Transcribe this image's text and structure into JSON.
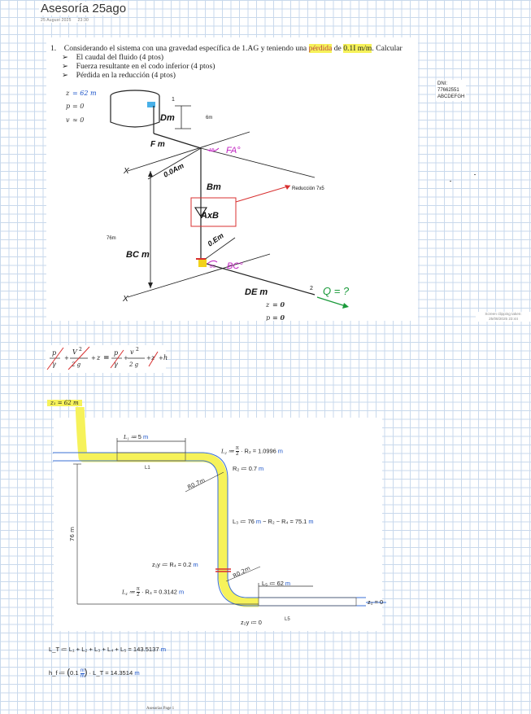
{
  "page": {
    "title": "Asesoría 25ago",
    "date": "25 August 2025",
    "time": "23:30",
    "footer": "Asesorías Page 1"
  },
  "problem": {
    "number": "1.",
    "text_before": "Considerando el sistema con una gravedad específica de 1.AG y teniendo una ",
    "highlight_word": "pérdida",
    "text_middle": " de ",
    "highlight_value": "0.1I m/m",
    "text_after": ". Calcular",
    "bullets": [
      {
        "marker": "➢",
        "text": "El caudal del fluido (4 ptos)"
      },
      {
        "marker": "➢",
        "text": "Fuerza resultante en el codo inferior (4 ptos)"
      },
      {
        "marker": "➢",
        "text": "Pérdida en la reducción (4 ptos)"
      }
    ]
  },
  "side_info": {
    "dni_label": "DNI:",
    "dni_value": "77662551",
    "code": "ABCDEFGH"
  },
  "clip_note": {
    "line1": "Screen clipping taken:",
    "line2": "25/08/2025 23:44"
  },
  "sketch": {
    "z1": "z",
    "z1_val": "= 62 m",
    "p1": "p",
    "p1_val": "= 0",
    "v1": "v",
    "v1_val": "≈ 0",
    "point1": "1",
    "Dm": "Dm",
    "six_m": "6m",
    "Fm": "F m",
    "angle_top": "FA°",
    "angle_top_small": "AB",
    "slope_top": "0.0Am",
    "Bm": "Bm",
    "reduccion_label": "Reducción 7x5",
    "AxB": "AxB",
    "x_top": "X",
    "x_bottom": "X",
    "left_76": "76m",
    "BC": "BC m",
    "slope_bottom": "0.Em",
    "angle_bottom": "BC°",
    "angle_bottom_small": "BC",
    "DEm": "DE m",
    "point2": "2",
    "Q": "Q = ?",
    "z2": "z",
    "z2_val": "= 0",
    "p2": "p",
    "p2_val": "= 0"
  },
  "bernoulli": {
    "p1": "p",
    "gamma": "γ",
    "v1": "V",
    "two_g": "2 g",
    "z1": "z",
    "equals": "=",
    "p2": "p",
    "v2": "v",
    "z2": "z",
    "hf": "h",
    "plus": "+"
  },
  "calc_tag": "z₁ = 62 m",
  "pipe": {
    "L1_def_var": "L₁ ≔ ",
    "L1_def_val": "5",
    "L1_def_unit": " m",
    "L1_label": "L1",
    "L2": "L₂ ≔ ",
    "L2_frac_top": "π",
    "L2_frac_bot": "2",
    "L2_rest": " · R₂ = 1.0996 ",
    "L2_unit": "m",
    "R2": "R₂ ≔ 0.7 ",
    "R2_unit": "m",
    "R07": "R0.7m",
    "L3": "L₃ ≔ 76 ",
    "L3_unit1": "m",
    "L3_rest": " − R₂ − R₄ = 75.1 ",
    "L3_unit2": "m",
    "left_dim": "76 m",
    "z1y": "z₁y ≔ R₄ = 0.2 ",
    "z1y_unit": "m",
    "R02": "R0.2m",
    "L4": "L₄ ≔ ",
    "L4_frac_top": "π",
    "L4_frac_bot": "2",
    "L4_rest": " · R₄ = 0.3142 ",
    "L4_unit": "m",
    "L5": "L₅ ≔ 62 ",
    "L5_unit": "m",
    "z2eq": "z₂ = 0",
    "z2y": "z₂y ≔ 0",
    "L5_label": "L5"
  },
  "totals": {
    "LT": "L_T ≔ L₁ + L₂ + L₃ + L₄ + L₅ = 143.5137 ",
    "LT_unit": "m",
    "hf_pre": "h_f ≔ ",
    "hf_mid": "0.1",
    "hf_frac_top": "m",
    "hf_frac_bot": "m",
    "hf_rest": " · L_T = 14.3514 ",
    "hf_unit": "m"
  },
  "colors": {
    "grid": "#c9d9ec",
    "highlight": "#f6f25a",
    "pipe_blue": "#3a6fd6",
    "magenta": "#c020c0",
    "green": "#1a9a3a",
    "red": "#d83030",
    "unit_blue": "#1a53c9"
  }
}
